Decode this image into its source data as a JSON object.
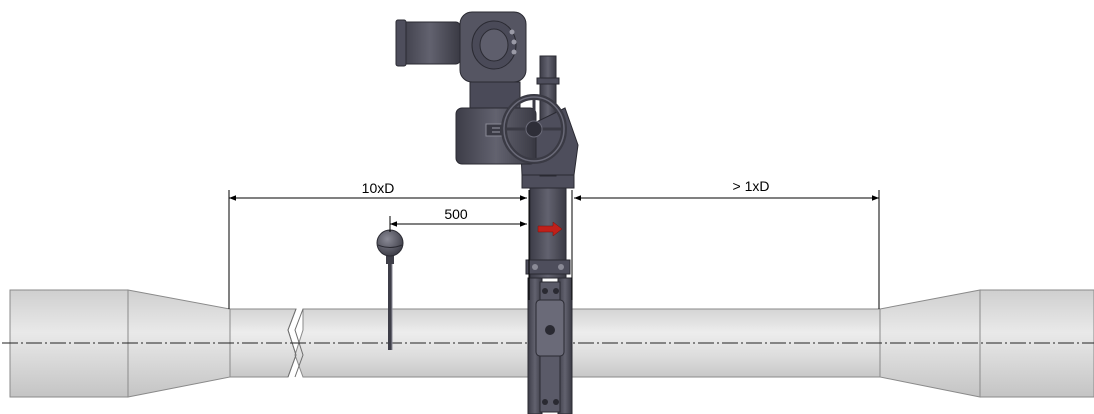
{
  "dimensions": {
    "upstream_label": "10xD",
    "sensor_offset_label": "500",
    "downstream_label": "> 1xD"
  },
  "components": {
    "pipe": "pipe",
    "reducer": "reducer",
    "sensor": "temperature-sensor",
    "valve": "butterfly-valve",
    "actuator": "electric-actuator",
    "handwheel": "handwheel-icon",
    "flow_arrow": "flow-arrow-icon"
  },
  "colors": {
    "pipe_fill": "#dcdcdc",
    "pipe_stroke": "#8a8a8a",
    "actuator": "#4e4e5c",
    "flow_arrow": "#c0201a"
  }
}
